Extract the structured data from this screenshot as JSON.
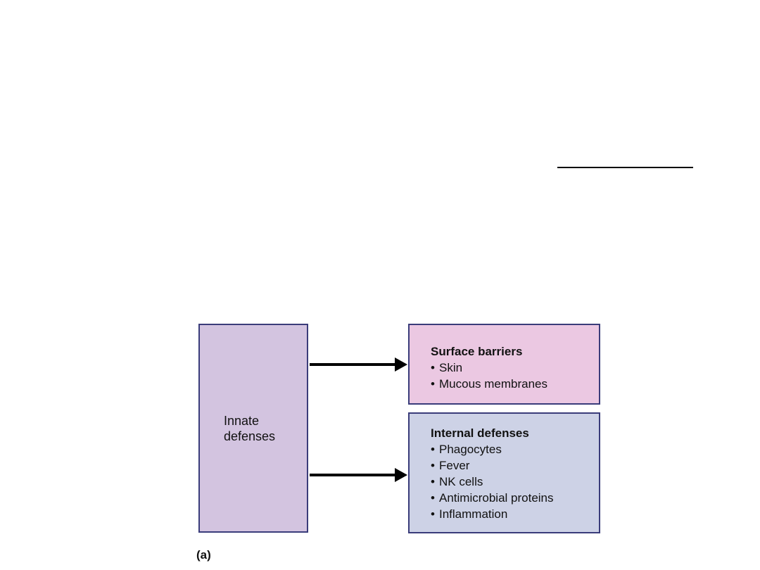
{
  "diagram": {
    "innate": {
      "line1": "Innate",
      "line2": "defenses"
    },
    "surface": {
      "title": "Surface barriers",
      "items": [
        "Skin",
        "Mucous membranes"
      ]
    },
    "internal": {
      "title": "Internal defenses",
      "items": [
        "Phagocytes",
        "Fever",
        "NK cells",
        "Antimicrobial proteins",
        "Inflammation"
      ]
    },
    "bullet": "•",
    "panel_label": "(a)"
  },
  "colors": {
    "innate_fill": "#d3c4e0",
    "surface_fill": "#ebc8e2",
    "internal_fill": "#cdd2e6",
    "border": "#3a3c7a",
    "arrow": "#000000"
  }
}
